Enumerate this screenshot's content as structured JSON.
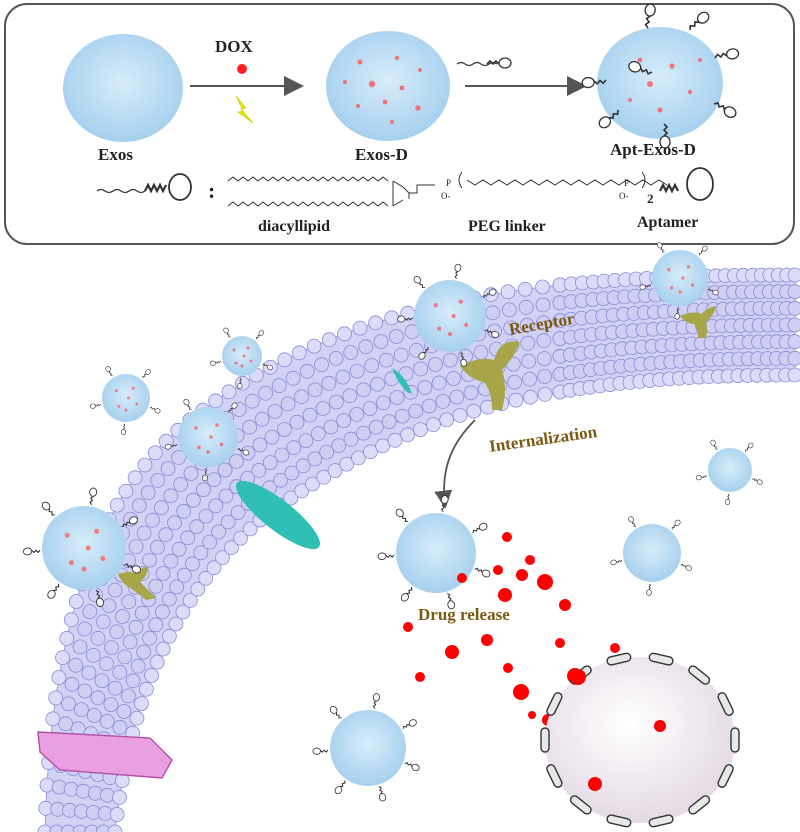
{
  "colors": {
    "exo_fill": "#a9d3f0",
    "exo_edge": "#cfe6f7",
    "dox": "#ff2020",
    "membrane_fill": "#c9c9f4",
    "membrane_stroke": "#8a8ad6",
    "receptor": "#a9a64a",
    "channel_teal": "#2fbfb5",
    "pink_protein": "#e69be0",
    "label_brown": "#7a5a10",
    "lightning": "#e6e600",
    "nucleus_fill": "#f2eef2"
  },
  "top_panel": {
    "dox_label": "DOX",
    "exos_label": "Exos",
    "exos_d_label": "Exos-D",
    "apt_exos_d_label": "Apt-Exos-D",
    "colon": ":",
    "diacyllipid_label": "diacyllipid",
    "peg_linker_label": "PEG linker",
    "aptamer_label": "Aptamer",
    "subscript_2": "2",
    "o_minus": "O-",
    "p_label": "P"
  },
  "cell_panel": {
    "receptor_label": "Receptor",
    "internalization_label": "Internalization",
    "drug_release_label": "Drug release"
  },
  "icons": [
    "lightning-icon",
    "aptamer-icon",
    "arrow-icon",
    "exosome-icon",
    "nucleus-icon"
  ]
}
